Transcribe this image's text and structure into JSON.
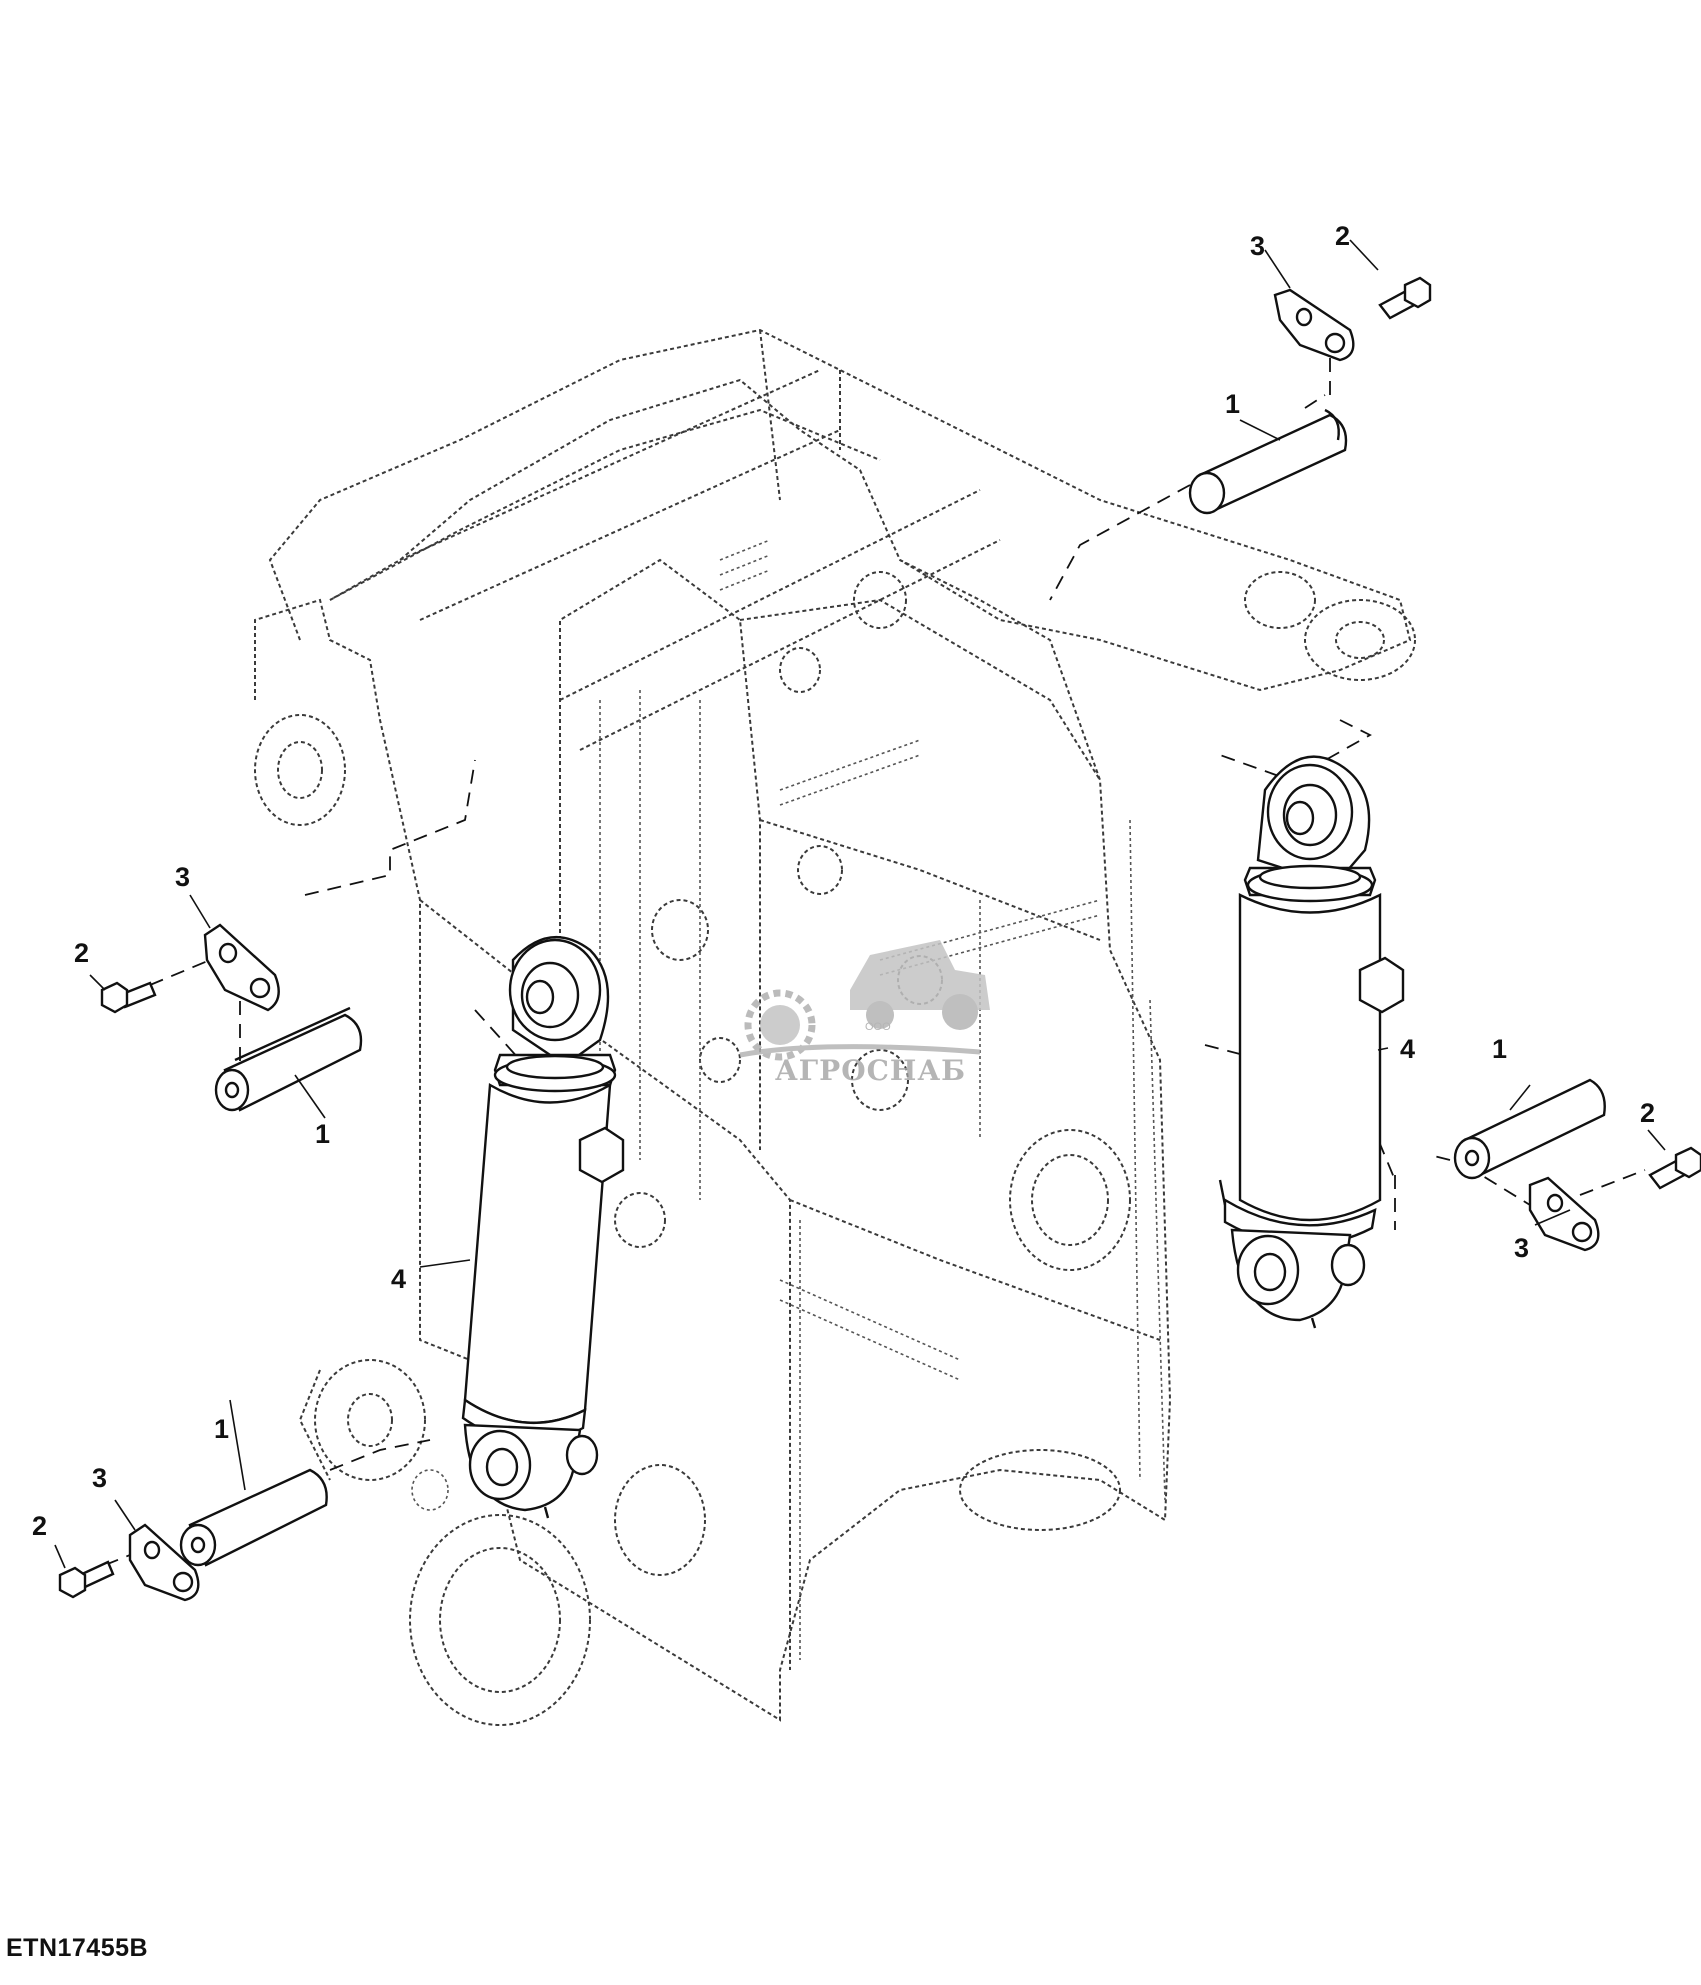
{
  "figure_id": "ETN17455B",
  "watermark": {
    "brand": "АГРОСНАБ",
    "prefix": "ООО",
    "icon": "tractor-gear-icon"
  },
  "callouts": {
    "tr_3": "3",
    "tr_2": "2",
    "tr_1": "1",
    "ml_3": "3",
    "ml_2": "2",
    "ml_1": "1",
    "rc_4": "4",
    "lc_4": "4",
    "mr_1": "1",
    "mr_2": "2",
    "mr_3": "3",
    "bl_1": "1",
    "bl_3": "3",
    "bl_2": "2"
  }
}
